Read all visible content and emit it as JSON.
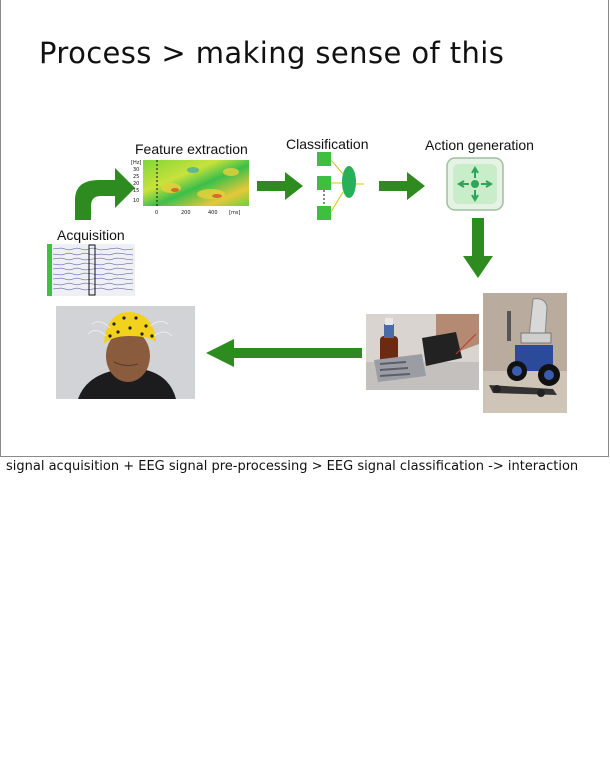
{
  "slide": {
    "title": "Process > making sense of this",
    "stages": {
      "acquisition": "Acquisition",
      "feature_extraction": "Feature extraction",
      "classification": "Classification",
      "action_generation": "Action generation"
    },
    "spectrogram": {
      "y_unit": "[Hz]",
      "y_ticks": [
        "30",
        "25",
        "20",
        "15",
        "10"
      ],
      "x_ticks": [
        "0",
        "200",
        "400"
      ],
      "x_unit": "[ms]"
    },
    "images": {
      "eeg_signal": "eeg-traces",
      "person": "person-wearing-eeg-cap",
      "hand": "robotic-hand-holding-bottle",
      "wheelchair": "electric-wheelchair"
    },
    "colors": {
      "arrow_green": "#2e8b1f",
      "box_green": "#3fbf3f",
      "cap_yellow": "#f2d21c"
    }
  },
  "caption": "signal acquisition + EEG signal pre-processing > EEG signal classification -> interaction"
}
